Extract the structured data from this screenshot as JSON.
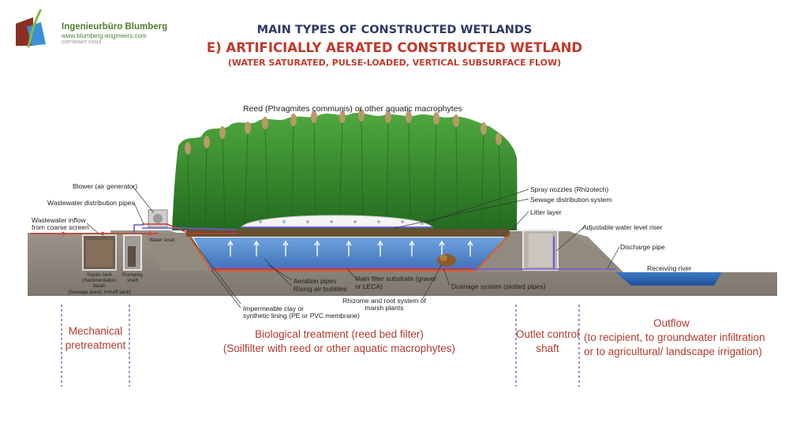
{
  "logo": {
    "name": "Ingenieurbüro Blumberg",
    "url": "www.blumberg-engineers.com",
    "copyright": "COPYRIGHT ©2019"
  },
  "header": {
    "title": "MAIN TYPES OF CONSTRUCTED WETLANDS",
    "subtitle": "E) ARTIFICIALLY AERATED CONSTRUCTED WETLAND",
    "description": "(WATER SATURATED, PULSE-LOADED, VERTICAL SUBSURFACE FLOW)"
  },
  "labels": {
    "reed": "Reed (Phragmites communis) or other aquatic macrophytes",
    "blower": "Blower (air generator)",
    "distribution_pipes": "Wastewater distribution pipes",
    "inflow_line1": "Wastewater inflow",
    "inflow_line2": "from coarse screen",
    "water_level": "Water level",
    "septic_line1": "Septic tank",
    "septic_line2": "(Sedimentation",
    "septic_line3": "basin",
    "septic_line4": "(Sewage pond, Imhoff tank)",
    "pumping_line1": "Pumping",
    "pumping_line2": "shaft",
    "spray_nozzles": "Spray nozzles (Rhizotech)",
    "sewage_distribution": "Sewage distribution system",
    "litter_layer": "Litter layer",
    "water_level_riser": "Adjustable water level riser",
    "discharge_pipe": "Discharge pipe",
    "receiving_river": "Receiving river",
    "aeration_pipes": "Aeration pipes",
    "rising_air": "Rising air bubbles",
    "filter_line1": "Main filter substrate (gravel",
    "filter_line2": "or LECA)",
    "drainage": "Drainage system (slotted pipes)",
    "rhizome_line1": "Rhizome and root system of",
    "rhizome_line2": "marsh plants",
    "lining_line1": "Impermeable clay or",
    "lining_line2": "synthetic lining (PE or PVC membrane)"
  },
  "phases": {
    "mechanical_line1": "Mechanical",
    "mechanical_line2": "pretreatment",
    "biological_line1": "Biological treatment (reed bed filter)",
    "biological_line2": "(Soilfilter with reed or other aquatic macrophytes)",
    "outlet_line1": "Outlet control",
    "outlet_line2": "shaft",
    "outflow_line1": "Outflow",
    "outflow_line2": "(to recipient, to groundwater infiltration",
    "outflow_line3": "or to agricultural/ landscape irrigation)"
  },
  "colors": {
    "title": "#2b3a67",
    "accent_red": "#c0392b",
    "phase_text": "#b43a2e",
    "divider": "#7a3fa0",
    "soil": "#8e857a",
    "water": "#5b8fd0",
    "reed_green": "#2f8a2a",
    "pipe_red": "#c43d2b",
    "pipe_purple": "#6a5bd6"
  }
}
